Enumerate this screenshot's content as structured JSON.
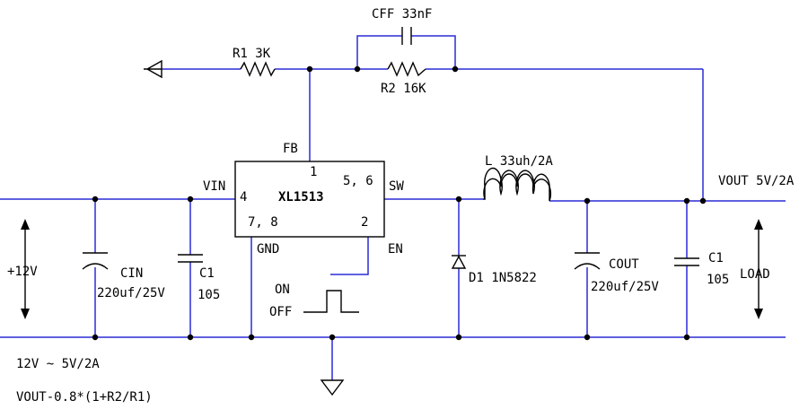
{
  "colors": {
    "wire": "#2b2bd6",
    "component": "#000000",
    "background": "#ffffff"
  },
  "components": {
    "cff": "CFF 33nF",
    "r1": "R1 3K",
    "r2": "R2 16K",
    "inductor": "L 33uh/2A",
    "ic": {
      "name": "XL1513",
      "pin1": "1",
      "pin4": "4",
      "pin56": "5, 6",
      "pin78": "7, 8",
      "pin2": "2",
      "fb": "FB",
      "vin": "VIN",
      "sw": "SW",
      "gnd": "GND",
      "en": "EN"
    },
    "cin_name": "CIN",
    "cin_value": "220uf/25V",
    "c1_left_name": "C1",
    "c1_left_value": "105",
    "d1": "D1 1N5822",
    "cout_name": "COUT",
    "cout_value": "220uf/25V",
    "c1_right_name": "C1",
    "c1_right_value": "105"
  },
  "labels": {
    "vout": "VOUT 5V/2A",
    "input_voltage": "+12V",
    "load": "LOAD",
    "on": "ON",
    "off": "OFF",
    "spec": "12V ~ 5V/2A",
    "formula": "VOUT-0.8*(1+R2/R1)"
  }
}
